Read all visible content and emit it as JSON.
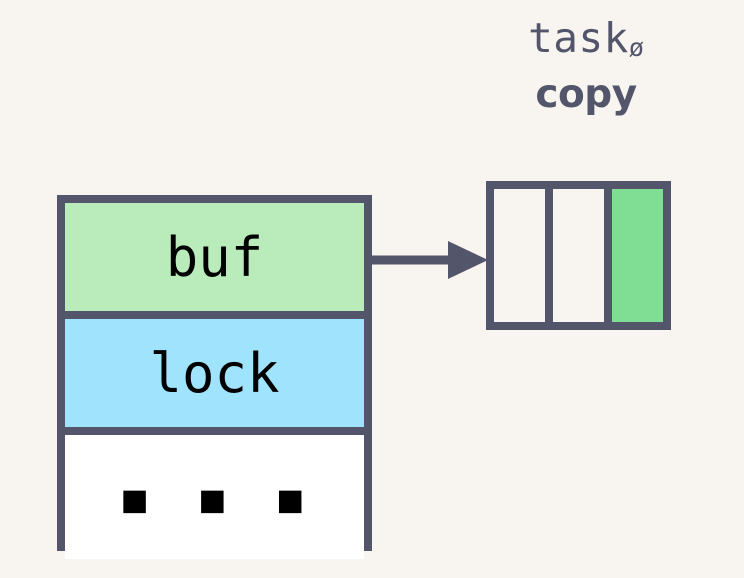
{
  "diagram": {
    "title": {
      "line1_text": "task",
      "line1_subscript": "ø",
      "line2_text": "copy"
    },
    "struct_box": {
      "name": "task-struct",
      "rows": [
        {
          "label": "buf",
          "fill": "#b9ebbb"
        },
        {
          "label": "lock",
          "fill": "#9fe3fc"
        },
        {
          "label": "▪ ▪ ▪",
          "fill": "#ffffff"
        }
      ]
    },
    "arrow": {
      "label": "buf-points-to-buffer",
      "direction": "right"
    },
    "buffer_box": {
      "name": "buffer",
      "cells": [
        {
          "state": "empty",
          "fill": "#f8f4ef"
        },
        {
          "state": "empty",
          "fill": "#f8f4ef"
        },
        {
          "state": "filled",
          "fill": "#80de94"
        }
      ]
    },
    "colors": {
      "background": "#f8f4ef",
      "stroke": "#53566b",
      "text": "#53566b",
      "row_text": "#000000",
      "green_light": "#b9ebbb",
      "green_strong": "#80de94",
      "blue_light": "#9fe3fc",
      "white": "#ffffff"
    }
  }
}
